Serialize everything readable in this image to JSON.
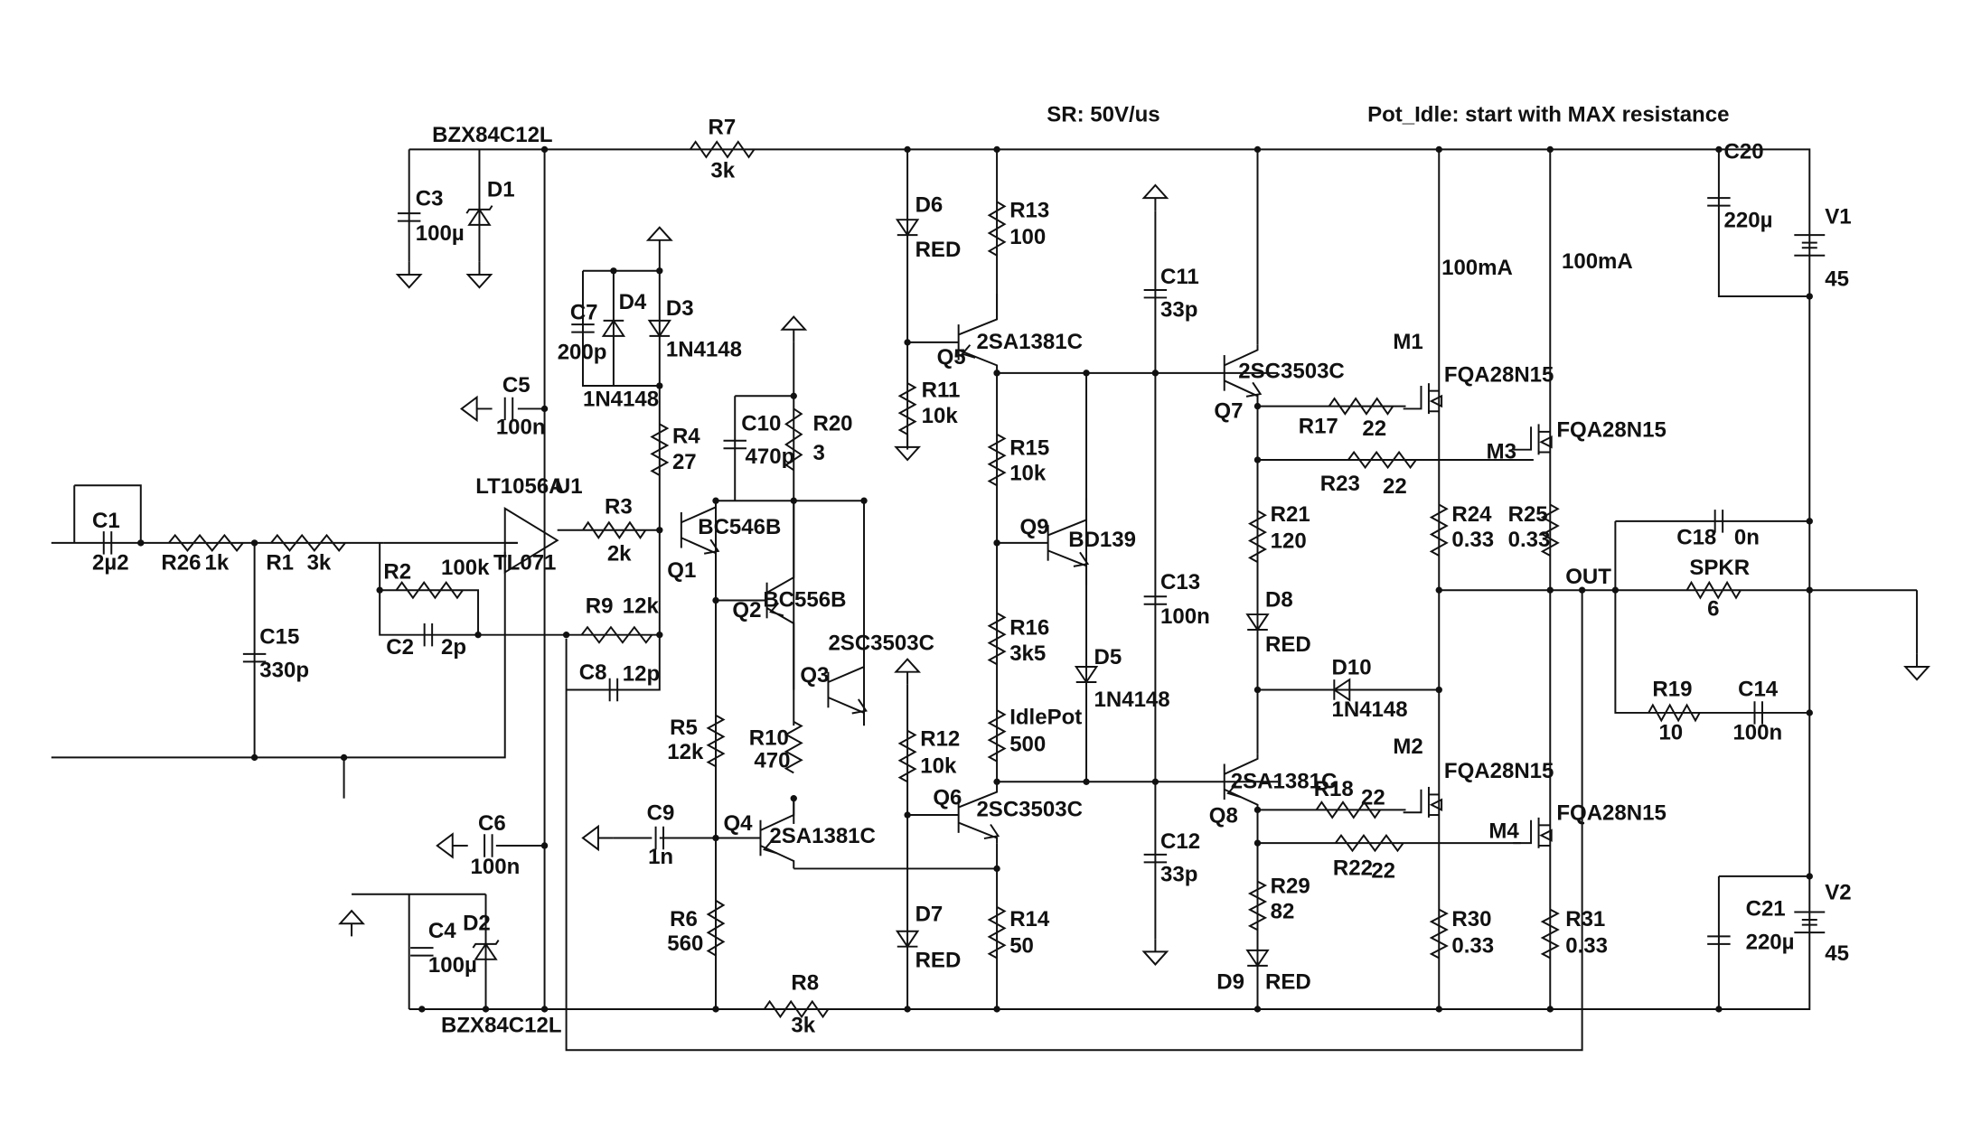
{
  "notes": {
    "slew_rate": "SR: 50V/us",
    "pot_idle": "Pot_Idle: start with MAX resistance",
    "m1_current": "100mA",
    "m3_current": "100mA",
    "out_node": "OUT"
  },
  "labels": [
    {
      "name": "C1",
      "text": "C1"
    },
    {
      "name": "C1-value",
      "text": "2µ2"
    },
    {
      "name": "R26",
      "text": "R26"
    },
    {
      "name": "R26-value",
      "text": "1k"
    },
    {
      "name": "R1",
      "text": "R1"
    },
    {
      "name": "R1-value",
      "text": "3k"
    },
    {
      "name": "C15",
      "text": "C15"
    },
    {
      "name": "C15-value",
      "text": "330p"
    },
    {
      "name": "R2",
      "text": "R2"
    },
    {
      "name": "R2-value",
      "text": "100k"
    },
    {
      "name": "C2",
      "text": "C2"
    },
    {
      "name": "C2-value",
      "text": "2p"
    },
    {
      "name": "U1-part",
      "text": "LT1056A"
    },
    {
      "name": "U1",
      "text": "U1"
    },
    {
      "name": "U1-model",
      "text": "TL071"
    },
    {
      "name": "R9",
      "text": "R9"
    },
    {
      "name": "R9-value",
      "text": "12k"
    },
    {
      "name": "C8",
      "text": "C8"
    },
    {
      "name": "C8-value",
      "text": "12p"
    },
    {
      "name": "R3",
      "text": "R3"
    },
    {
      "name": "R3-value",
      "text": "2k"
    },
    {
      "name": "C3",
      "text": "C3"
    },
    {
      "name": "C3-value",
      "text": "100µ"
    },
    {
      "name": "D1",
      "text": "D1"
    },
    {
      "name": "D1-part",
      "text": "BZX84C12L"
    },
    {
      "name": "C5",
      "text": "C5"
    },
    {
      "name": "C5-value",
      "text": "100n"
    },
    {
      "name": "C6",
      "text": "C6"
    },
    {
      "name": "C6-value",
      "text": "100n"
    },
    {
      "name": "C4",
      "text": "C4"
    },
    {
      "name": "C4-value",
      "text": "100µ"
    },
    {
      "name": "D2",
      "text": "D2"
    },
    {
      "name": "D2-part",
      "text": "BZX84C12L"
    },
    {
      "name": "R7",
      "text": "R7"
    },
    {
      "name": "R7-value",
      "text": "3k"
    },
    {
      "name": "R8",
      "text": "R8"
    },
    {
      "name": "R8-value",
      "text": "3k"
    },
    {
      "name": "C7",
      "text": "C7"
    },
    {
      "name": "C7-value",
      "text": "200p"
    },
    {
      "name": "D4",
      "text": "D4"
    },
    {
      "name": "D4-part",
      "text": "1N4148"
    },
    {
      "name": "D3",
      "text": "D3"
    },
    {
      "name": "D3-part",
      "text": "1N4148"
    },
    {
      "name": "R4",
      "text": "R4"
    },
    {
      "name": "R4-value",
      "text": "27"
    },
    {
      "name": "C10",
      "text": "C10"
    },
    {
      "name": "C10-value",
      "text": "470p"
    },
    {
      "name": "R20",
      "text": "R20"
    },
    {
      "name": "R20-value",
      "text": "3"
    },
    {
      "name": "Q1",
      "text": "Q1"
    },
    {
      "name": "Q1-part",
      "text": "BC546B"
    },
    {
      "name": "Q2",
      "text": "Q2"
    },
    {
      "name": "Q2-part",
      "text": "BC556B"
    },
    {
      "name": "Q3",
      "text": "Q3"
    },
    {
      "name": "Q3-part",
      "text": "2SC3503C"
    },
    {
      "name": "R10",
      "text": "R10"
    },
    {
      "name": "R10-value",
      "text": "470"
    },
    {
      "name": "R5",
      "text": "R5"
    },
    {
      "name": "R5-value",
      "text": "12k"
    },
    {
      "name": "C9",
      "text": "C9"
    },
    {
      "name": "C9-value",
      "text": "1n"
    },
    {
      "name": "Q4",
      "text": "Q4"
    },
    {
      "name": "Q4-part",
      "text": "2SA1381C"
    },
    {
      "name": "R6",
      "text": "R6"
    },
    {
      "name": "R6-value",
      "text": "560"
    },
    {
      "name": "D6",
      "text": "D6"
    },
    {
      "name": "D6-part",
      "text": "RED"
    },
    {
      "name": "R13",
      "text": "R13"
    },
    {
      "name": "R13-value",
      "text": "100"
    },
    {
      "name": "Q5",
      "text": "Q5"
    },
    {
      "name": "Q5-part",
      "text": "2SA1381C"
    },
    {
      "name": "R11",
      "text": "R11"
    },
    {
      "name": "R11-value",
      "text": "10k"
    },
    {
      "name": "R15",
      "text": "R15"
    },
    {
      "name": "R15-value",
      "text": "10k"
    },
    {
      "name": "Q9",
      "text": "Q9"
    },
    {
      "name": "Q9-part",
      "text": "BD139"
    },
    {
      "name": "R16",
      "text": "R16"
    },
    {
      "name": "R16-value",
      "text": "3k5"
    },
    {
      "name": "D5",
      "text": "D5"
    },
    {
      "name": "D5-part",
      "text": "1N4148"
    },
    {
      "name": "IdlePot",
      "text": "IdlePot"
    },
    {
      "name": "IdlePot-value",
      "text": "500"
    },
    {
      "name": "R12",
      "text": "R12"
    },
    {
      "name": "R12-value",
      "text": "10k"
    },
    {
      "name": "Q6",
      "text": "Q6"
    },
    {
      "name": "Q6-part",
      "text": "2SC3503C"
    },
    {
      "name": "D7",
      "text": "D7"
    },
    {
      "name": "D7-part",
      "text": "RED"
    },
    {
      "name": "R14",
      "text": "R14"
    },
    {
      "name": "R14-value",
      "text": "50"
    },
    {
      "name": "C11",
      "text": "C11"
    },
    {
      "name": "C11-value",
      "text": "33p"
    },
    {
      "name": "C13",
      "text": "C13"
    },
    {
      "name": "C13-value",
      "text": "100n"
    },
    {
      "name": "C12",
      "text": "C12"
    },
    {
      "name": "C12-value",
      "text": "33p"
    },
    {
      "name": "Q7",
      "text": "Q7"
    },
    {
      "name": "Q7-part",
      "text": "2SC3503C"
    },
    {
      "name": "R17",
      "text": "R17"
    },
    {
      "name": "R17-value",
      "text": "22"
    },
    {
      "name": "R23",
      "text": "R23"
    },
    {
      "name": "R23-value",
      "text": "22"
    },
    {
      "name": "R21",
      "text": "R21"
    },
    {
      "name": "R21-value",
      "text": "120"
    },
    {
      "name": "D8",
      "text": "D8"
    },
    {
      "name": "D8-part",
      "text": "RED"
    },
    {
      "name": "D10",
      "text": "D10"
    },
    {
      "name": "D10-part",
      "text": "1N4148"
    },
    {
      "name": "Q8",
      "text": "Q8"
    },
    {
      "name": "Q8-part",
      "text": "2SA1381C"
    },
    {
      "name": "R18",
      "text": "R18"
    },
    {
      "name": "R18-value",
      "text": "22"
    },
    {
      "name": "R22",
      "text": "R22"
    },
    {
      "name": "R22-value",
      "text": "22"
    },
    {
      "name": "R29",
      "text": "R29"
    },
    {
      "name": "R29-value",
      "text": "82"
    },
    {
      "name": "D9",
      "text": "D9"
    },
    {
      "name": "D9-part",
      "text": "RED"
    },
    {
      "name": "M1",
      "text": "M1"
    },
    {
      "name": "M1-part",
      "text": "FQA28N15"
    },
    {
      "name": "M3",
      "text": "M3"
    },
    {
      "name": "M3-part",
      "text": "FQA28N15"
    },
    {
      "name": "R24",
      "text": "R24"
    },
    {
      "name": "R24-value",
      "text": "0.33"
    },
    {
      "name": "R25",
      "text": "R25"
    },
    {
      "name": "R25-value",
      "text": "0.33"
    },
    {
      "name": "M2",
      "text": "M2"
    },
    {
      "name": "M2-part",
      "text": "FQA28N15"
    },
    {
      "name": "M4",
      "text": "M4"
    },
    {
      "name": "M4-part",
      "text": "FQA28N15"
    },
    {
      "name": "R30",
      "text": "R30"
    },
    {
      "name": "R30-value",
      "text": "0.33"
    },
    {
      "name": "R31",
      "text": "R31"
    },
    {
      "name": "R31-value",
      "text": "0.33"
    },
    {
      "name": "C20",
      "text": "C20"
    },
    {
      "name": "C20-value",
      "text": "220µ"
    },
    {
      "name": "V1",
      "text": "V1"
    },
    {
      "name": "V1-value",
      "text": "45"
    },
    {
      "name": "C18",
      "text": "C18"
    },
    {
      "name": "C18-value",
      "text": "0n"
    },
    {
      "name": "SPKR",
      "text": "SPKR"
    },
    {
      "name": "SPKR-value",
      "text": "6"
    },
    {
      "name": "R19",
      "text": "R19"
    },
    {
      "name": "R19-value",
      "text": "10"
    },
    {
      "name": "C14",
      "text": "C14"
    },
    {
      "name": "C14-value",
      "text": "100n"
    },
    {
      "name": "C21",
      "text": "C21"
    },
    {
      "name": "C21-value",
      "text": "220µ"
    },
    {
      "name": "V2",
      "text": "V2"
    },
    {
      "name": "V2-value",
      "text": "45"
    }
  ],
  "colors": {
    "ink": "#111111",
    "background": "#ffffff"
  }
}
